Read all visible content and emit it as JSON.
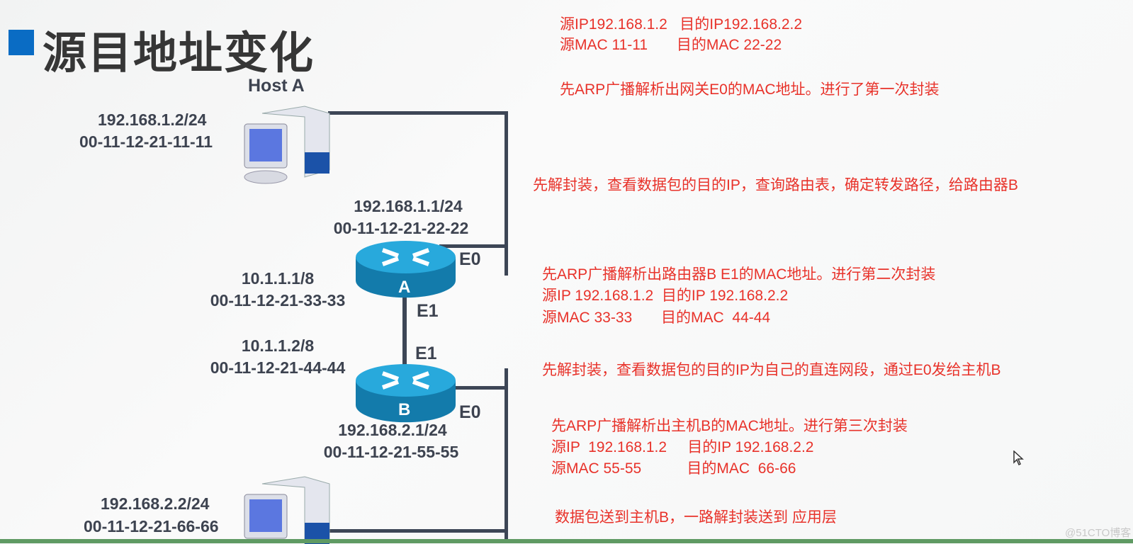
{
  "title": "源目地址变化",
  "diagram": {
    "host_a": {
      "name": "Host A",
      "ip": "192.168.1.2/24",
      "mac": "00-11-12-21-11-11"
    },
    "router_a": {
      "name": "A",
      "e0_label": "E0",
      "e1_label": "E1",
      "e0_ip": "192.168.1.1/24",
      "e0_mac": "00-11-12-21-22-22",
      "e1_ip": "10.1.1.1/8",
      "e1_mac": "00-11-12-21-33-33"
    },
    "router_b": {
      "name": "B",
      "e0_label": "E0",
      "e1_label": "E1",
      "e1_ip": "10.1.1.2/8",
      "e1_mac": "00-11-12-21-44-44",
      "e0_ip": "192.168.2.1/24",
      "e0_mac": "00-11-12-21-55-55"
    },
    "host_b": {
      "ip": "192.168.2.2/24",
      "mac": "00-11-12-21-66-66"
    }
  },
  "notes": [
    "源IP192.168.1.2   目的IP192.168.2.2",
    "源MAC 11-11       目的MAC 22-22",
    "先ARP广播解析出网关E0的MAC地址。进行了第一次封装",
    "先解封装，查看数据包的目的IP，查询路由表，确定转发路径，给路由器B",
    "先ARP广播解析出路由器B E1的MAC地址。进行第二次封装",
    "源IP 192.168.1.2  目的IP 192.168.2.2",
    "源MAC 33-33       目的MAC  44-44",
    "先解封装，查看数据包的目的IP为自己的直连网段，通过E0发给主机B",
    "先ARP广播解析出主机B的MAC地址。进行第三次封装",
    "源IP  192.168.1.2     目的IP 192.168.2.2",
    "源MAC 55-55           目的MAC  66-66",
    "数据包送到主机B，一路解封装送到 应用层"
  ],
  "watermark": "@51CTO博客",
  "colors": {
    "accent": "#0a6cc4",
    "note": "#e8322a",
    "label": "#3d4350",
    "router": "#1b8fc0"
  }
}
